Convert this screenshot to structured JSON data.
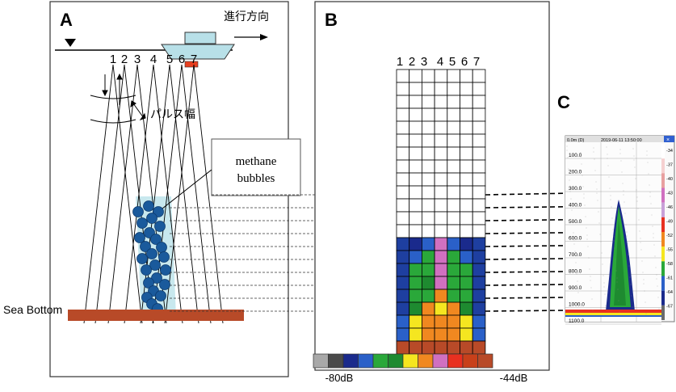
{
  "panel_a": {
    "label": "A",
    "direction_text": "進行方向",
    "beam_numbers": [
      "1",
      "2",
      "3",
      "4",
      "5",
      "6",
      "7"
    ],
    "pulse_width_text": "パルス幅",
    "callout_line1": "methane",
    "callout_line2": "bubbles",
    "sea_bottom": "Sea Bottom"
  },
  "panel_b": {
    "label": "B",
    "beam_numbers": [
      "1",
      "2",
      "3",
      "4",
      "5",
      "6",
      "7"
    ],
    "grid_rows": 22,
    "grid_cols": 7,
    "colored_rows": [
      [
        "#1e3fa0",
        "#1a2a8c",
        "#2a60c8",
        "#d070c0",
        "#2a60c8",
        "#1a2a8c",
        "#1e3fa0"
      ],
      [
        "#1e3fa0",
        "#2a60c8",
        "#2aa83a",
        "#d070c0",
        "#2aa83a",
        "#2a60c8",
        "#1e3fa0"
      ],
      [
        "#1e3fa0",
        "#2aa83a",
        "#2aa83a",
        "#d070c0",
        "#2aa83a",
        "#2aa83a",
        "#1e3fa0"
      ],
      [
        "#1e3fa0",
        "#2aa83a",
        "#1e8a30",
        "#d070c0",
        "#2aa83a",
        "#2aa83a",
        "#1e3fa0"
      ],
      [
        "#1e3fa0",
        "#2aa83a",
        "#2aa83a",
        "#f08820",
        "#2aa83a",
        "#2aa83a",
        "#1e3fa0"
      ],
      [
        "#1e3fa0",
        "#1e8a30",
        "#f08820",
        "#f5e620",
        "#f08820",
        "#1e8a30",
        "#1e3fa0"
      ],
      [
        "#2a60c8",
        "#f5e620",
        "#f08820",
        "#f08820",
        "#f08820",
        "#f5e620",
        "#2a60c8"
      ],
      [
        "#2a60c8",
        "#f5e620",
        "#f08820",
        "#f08820",
        "#f08820",
        "#f5e620",
        "#2a60c8"
      ],
      [
        "#b84a28",
        "#b84a28",
        "#b84a28",
        "#b84a28",
        "#b84a28",
        "#b84a28",
        "#b84a28"
      ]
    ],
    "colorbar": [
      "#a8a8a8",
      "#4a4a4a",
      "#1a2a8c",
      "#2a60c8",
      "#2aa83a",
      "#1e8a30",
      "#f5e620",
      "#f08820",
      "#d070c0",
      "#e83020",
      "#c8401a",
      "#b84a28"
    ],
    "colorbar_min": "-80dB",
    "colorbar_max": "-44dB"
  },
  "panel_c": {
    "label": "C",
    "header_left": "0.0m (D)",
    "header_right": "2019-06-11 13:50:00",
    "depth_labels": [
      "100.0",
      "200.0",
      "300.0",
      "400.0",
      "500.0",
      "600.0",
      "700.0",
      "800.0",
      "900.0",
      "1000.0",
      "1100.0"
    ],
    "scale_labels": [
      "-34",
      "-37",
      "-40",
      "-43",
      "-46",
      "-49",
      "-52",
      "-55",
      "-58",
      "-61",
      "-64",
      "-67"
    ],
    "scale_colors": [
      "#ffffff",
      "#f5d0d0",
      "#e8a0a0",
      "#d070c0",
      "#c8a0d8",
      "#e83020",
      "#f08820",
      "#f5e620",
      "#2aa83a",
      "#2a60c8",
      "#1a2a8c",
      "#6a6a6a"
    ]
  },
  "colors": {
    "sea_bottom": "#b84a28",
    "ship_hull": "#b8e0e8",
    "bubble": "#1a5a9c",
    "water_column": "#c8e8ee",
    "transducer": "#e84020"
  }
}
